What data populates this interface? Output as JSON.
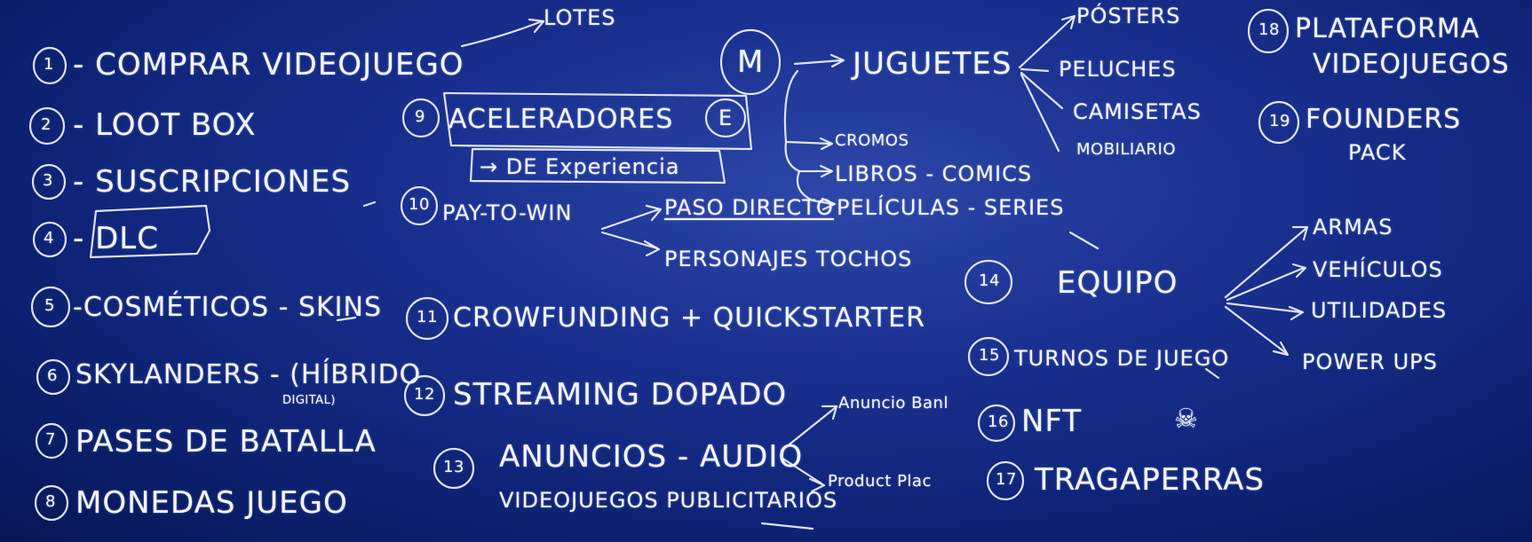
{
  "board": {
    "left_column": [
      {
        "num": "1",
        "text": "- COMPRAR VIDEOJUEGO"
      },
      {
        "num": "2",
        "text": "- LOOT BOX"
      },
      {
        "num": "3",
        "text": "- SUSCRIPCIONES"
      },
      {
        "num": "4",
        "text": "- DLC"
      },
      {
        "num": "5",
        "text": "-COSMÉTICOS - SKINS"
      },
      {
        "num": "6",
        "text": "SKYLANDERS - (HÍBRIDO"
      },
      {
        "num": "7",
        "text": "PASES DE BATALLA"
      },
      {
        "num": "8",
        "text": "MONEDAS JUEGO"
      }
    ],
    "hibrido_note": "DIGITAL)",
    "lotes": "LOTES",
    "middle_column": [
      {
        "num": "9",
        "text": "ACELERADORES"
      },
      {
        "num": "10",
        "text": "PAY-TO-WIN"
      },
      {
        "num": "11",
        "text": "CROWFUNDING + QUICKSTARTER"
      },
      {
        "num": "12",
        "text": "STREAMING DOPADO"
      },
      {
        "num": "13",
        "text": "ANUNCIOS - AUDIO"
      }
    ],
    "acel_badge": "E",
    "acel_sub": "→ DE Experiencia",
    "pay_branches": [
      "PASO DIRECTO",
      "PERSONAJES TOCHOS"
    ],
    "anuncios_line2": "VIDEOJUEGOS PUBLICITARIOS",
    "anuncios_branches": [
      "Anuncio Banl",
      "Product Plac"
    ],
    "merch": {
      "label": "M",
      "juguetes": "JUGUETES",
      "juguetes_branches": [
        "PÓSTERS",
        "PELUCHES",
        "CAMISETAS",
        "MOBILIARIO"
      ],
      "others": [
        "CROMOS",
        "LIBROS - COMICS",
        "PELÍCULAS - SERIES"
      ]
    },
    "right_column": [
      {
        "num": "14",
        "text": "EQUIPO"
      },
      {
        "num": "15",
        "text": "TURNOS DE JUEGO"
      },
      {
        "num": "16",
        "text": "NFT"
      },
      {
        "num": "17",
        "text": "TRAGAPERRAS"
      }
    ],
    "equipo_branches": [
      "ARMAS",
      "VEHÍCULOS",
      "UTILIDADES",
      "POWER UPS"
    ],
    "far_right": [
      {
        "num": "18",
        "line1": "PLATAFORMA",
        "line2": "VIDEOJUEGOS"
      },
      {
        "num": "19",
        "line1": "FOUNDERS",
        "line2": "PACK"
      }
    ],
    "skull_icon": "skull-icon"
  }
}
